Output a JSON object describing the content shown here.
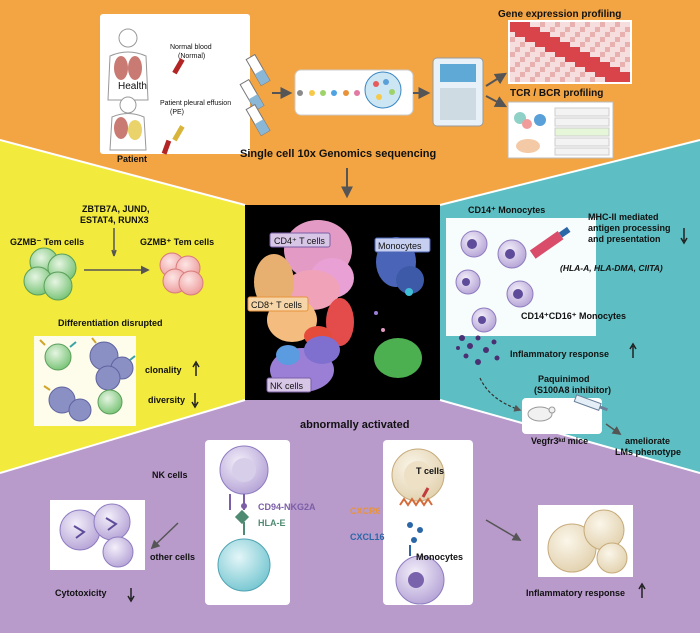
{
  "colors": {
    "top_panel": "#f3a544",
    "left_panel": "#f2ea3c",
    "right_panel": "#5dbfc3",
    "bottom_panel": "#b89acb",
    "center": "#000000",
    "accent_orange": "#e8933c",
    "accent_purple": "#7b5ea7"
  },
  "top": {
    "health_label": "Health",
    "patient_label": "Patient",
    "normal_blood_label": "Normal blood",
    "normal_blood_sub": "(Normal)",
    "pleural_label": "Patient pleural effusion",
    "pleural_sub": "(PE)",
    "sequencing_label": "Single cell 10x Genomics sequencing",
    "gene_expression_label": "Gene expression profiling",
    "tcr_bcr_label": "TCR / BCR profiling"
  },
  "center": {
    "cd4_label": "CD4⁺ T cells",
    "cd8_label": "CD8⁺ T cells",
    "nk_label": "NK cells",
    "mono_label": "Monocytes"
  },
  "left": {
    "factors_line1": "ZBTB7A, JUND,",
    "factors_line2": "ESTAT4, RUNX3",
    "gzmb_neg_label": "GZMB⁻ Tem cells",
    "gzmb_pos_label": "GZMB⁺ Tem cells",
    "diff_label": "Differentiation disrupted",
    "clonality_label": "clonality",
    "diversity_label": "diversity"
  },
  "right": {
    "cd14_label": "CD14⁺ Monocytes",
    "mhc_line1": "MHC-II mediated",
    "mhc_line2": "antigen processing",
    "mhc_line3": "and presentation",
    "genes_label": "(HLA-A, HLA-DMA, CIITA)",
    "cd14cd16_label": "CD14⁺CD16⁺ Monocytes",
    "inflam_label": "Inflammatory response",
    "paquinimod_label": "Paquinimod",
    "paquinimod_sub": "(S100A8 inhibitor)",
    "mice_label": "Vegfr3ᵏᵈ mice",
    "ameliorate_line1": "ameliorate",
    "ameliorate_line2": "LMs phenotype"
  },
  "bottom": {
    "activated_label": "abnormally activated",
    "nk_cells_label": "NK cells",
    "cd94_label": "CD94-NKG2A",
    "hlae_label": "HLA-E",
    "other_cells_label": "other cells",
    "cytotox_label": "Cytotoxicity",
    "t_cells_label": "T cells",
    "cxcr6_label": "CXCR6",
    "cxcl16_label": "CXCL16",
    "monocytes_label": "Monocytes",
    "inflam_label": "Inflammatory response"
  }
}
